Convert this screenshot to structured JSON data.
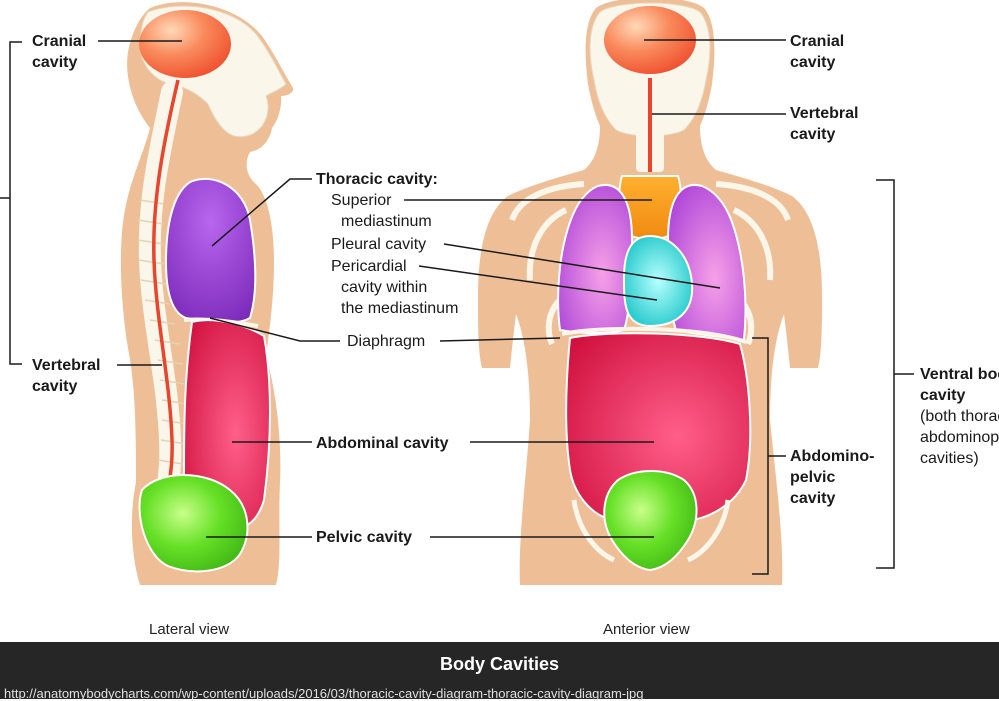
{
  "labels": {
    "lateral_cranial_1": "Cranial",
    "lateral_cranial_2": "cavity",
    "lateral_vertebral_1": "Vertebral",
    "lateral_vertebral_2": "cavity",
    "thoracic_title": "Thoracic cavity:",
    "superior_1": "Superior",
    "superior_2": "mediastinum",
    "pleural": "Pleural cavity",
    "pericardial_1": "Pericardial",
    "pericardial_2": "cavity within",
    "pericardial_3": "the mediastinum",
    "diaphragm": "Diaphragm",
    "abdominal": "Abdominal cavity",
    "pelvic": "Pelvic cavity",
    "anterior_cranial_1": "Cranial",
    "anterior_cranial_2": "cavity",
    "anterior_vertebral_1": "Vertebral",
    "anterior_vertebral_2": "cavity",
    "abdominopelvic_1": "Abdomino-",
    "abdominopelvic_2": "pelvic",
    "abdominopelvic_3": "cavity",
    "ventral_1": "Ventral body",
    "ventral_2": "cavity",
    "ventral_3": "(both thoracic and",
    "ventral_4": "abdominopelvic",
    "ventral_5": "cavities)"
  },
  "views": {
    "lateral": "Lateral view",
    "anterior": "Anterior view"
  },
  "footer": {
    "title": "Body Cavities",
    "url": "http://anatomybodycharts.com/wp-content/uploads/2016/03/thoracic-cavity-diagram-thoracic-cavity-diagram-jpg"
  },
  "colors": {
    "skin": "#eebf96",
    "bone": "#fbf6ea",
    "cranial": "#f4663e",
    "thoracic_lateral": "#8a35c4",
    "pleural": "#a13fd4",
    "mediastinum": "#f29b16",
    "pericardial": "#2fd6d6",
    "abdominal": "#e3164f",
    "pelvic": "#5edb1e",
    "line": "#1a1a1a",
    "footer_bg": "#262626"
  }
}
